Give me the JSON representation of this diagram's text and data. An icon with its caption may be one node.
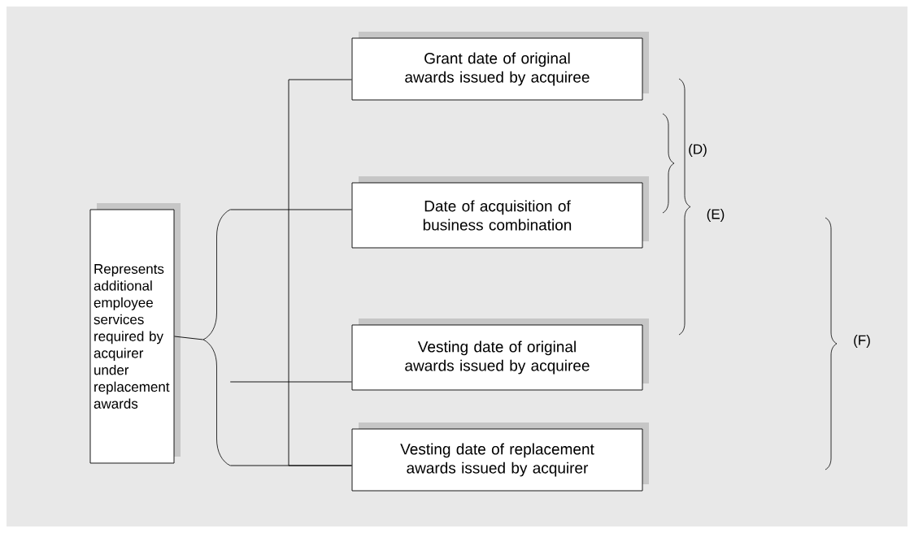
{
  "diagram": {
    "nodes": [
      {
        "text": [
          "Represents additional employee services required by acquirer under replacement awards"
        ]
      },
      {
        "text": [],
        "shape": "brace"
      },
      {
        "text": [
          "Grant date of original awards issued by acquiree"
        ]
      },
      {
        "text": [
          "Date of acquisition of business combination"
        ]
      },
      {
        "text": [
          "Vesting date of original awards issued by acquiree"
        ]
      },
      {
        "text": [
          "Vesting date of replacement awards issued by acquirer"
        ]
      }
    ],
    "edges": [
      {
        "from": 0,
        "to": 1,
        "arrow": "none"
      },
      {
        "from": 1,
        "to": 3,
        "arrow": "none"
      },
      {
        "from": 1,
        "to": 4,
        "arrow": "none"
      },
      {
        "from": 1,
        "to": 5,
        "arrow": "none"
      },
      {
        "from": 2,
        "to": 5,
        "arrow": "none"
      }
    ],
    "labels": [
      "(D)",
      "(E)",
      "(F)"
    ]
  }
}
